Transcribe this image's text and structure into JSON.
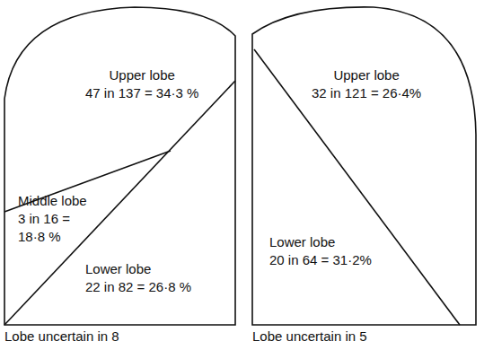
{
  "diagram": {
    "nodes": [
      {
        "text": [
          "Lobe uncertain in 8"
        ]
      },
      {
        "text": [
          "Upper lobe",
          "47 in 137 = 34·3 %"
        ],
        "in": 0
      },
      {
        "text": [
          "Middle lobe",
          "3 in 16 = 18·8 %"
        ],
        "in": 0
      },
      {
        "text": [
          "Lower lobe",
          "22 in 82 = 26·8 %"
        ],
        "in": 0
      },
      {
        "text": [
          "Lobe uncertain in 5"
        ]
      },
      {
        "text": [
          "Upper lobe",
          "32 in 121 = 26·4%"
        ],
        "in": 4
      },
      {
        "text": [
          "Lower lobe",
          "20 in 64 = 31·2%"
        ],
        "in": 4
      }
    ]
  }
}
